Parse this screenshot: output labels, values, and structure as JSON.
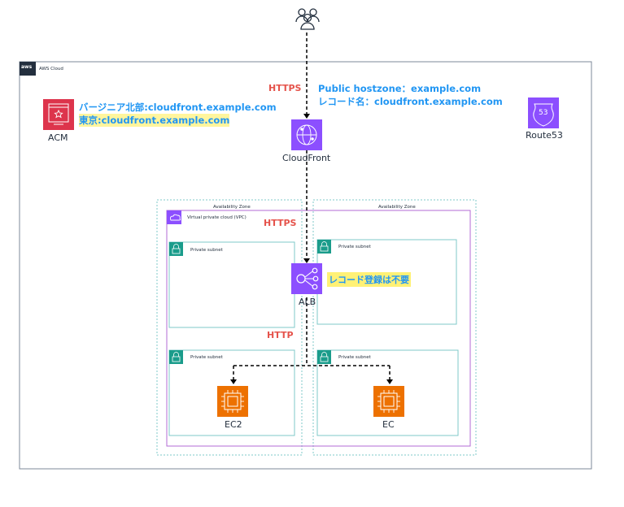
{
  "aws_cloud": {
    "label": "AWS Cloud",
    "logo_text": "aws"
  },
  "users": {
    "icon": "users-icon"
  },
  "arrows": {
    "https_top": "HTTPS",
    "https_vpc": "HTTPS",
    "http_vpc": "HTTP"
  },
  "dns": {
    "line1": "Public hostzone：example.com",
    "line2": "レコード名：cloudfront.example.com"
  },
  "acm": {
    "name": "ACM",
    "cert1": "バージニア北部:cloudfront.example.com",
    "cert2": "東京:cloudfront.example.com"
  },
  "cloudfront": {
    "name": "CloudFront"
  },
  "route53": {
    "name": "Route53",
    "badge": "53"
  },
  "az": {
    "left": "Availability Zone",
    "right": "Availability Zone"
  },
  "vpc": {
    "label": "Virtual private cloud (VPC)"
  },
  "subnets": {
    "top_left": "Private subnet",
    "top_right": "Private subnet",
    "bottom_left": "Private subnet",
    "bottom_right": "Private subnet"
  },
  "alb": {
    "name": "ALB",
    "note": "レコード登録は不要"
  },
  "ec2_left": {
    "name": "EC2"
  },
  "ec2_right": {
    "name": "EC"
  },
  "colors": {
    "acm": "#dd344c",
    "cloudfront": "#8c4fff",
    "ec2": "#ed7100",
    "subnet": "#7fc8c8",
    "vpc": "#b36bd4",
    "az": "#7fc8c8",
    "https_label": "#e5534b",
    "blue_text": "#2196f3",
    "highlight": "#fff176"
  }
}
